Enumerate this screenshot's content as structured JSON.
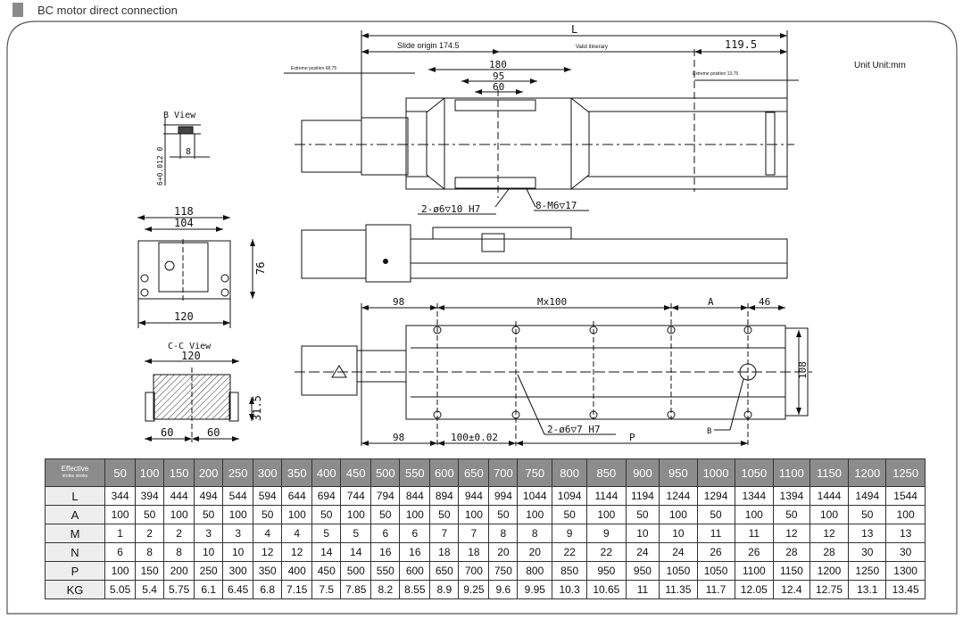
{
  "title": "BC motor direct connection",
  "unit_label": "Unit Unit:mm",
  "top_view": {
    "L": "L",
    "slide_origin": "Slide origin 174.5",
    "valid_itinerary": "Valid itinerary",
    "dim_119_5": "119.5",
    "extreme_left": "Extreme position 68.75",
    "extreme_right": "Extreme position 13.75",
    "dim_180": "180",
    "dim_95": "95",
    "dim_60": "60",
    "pin_hole": "2-ø6▽10 H7",
    "thread_hole": "8-M6▽17"
  },
  "b_view": {
    "title": "B View",
    "dim_8": "8",
    "dim_6": "6+0.012 0"
  },
  "end_view": {
    "dim_118": "118",
    "dim_104": "104",
    "dim_76": "76",
    "dim_120": "120"
  },
  "cc_view": {
    "title": "C-C View",
    "dim_120": "120",
    "dim_31_5": "31.5",
    "dim_60a": "60",
    "dim_60b": "60"
  },
  "bottom_view": {
    "dim_98_top": "98",
    "mx100": "Mx100",
    "A": "A",
    "dim_46": "46",
    "dim_108": "108",
    "dim_98_bottom": "98",
    "dim_100": "100±0.02",
    "P": "P",
    "pin_hole": "2-ø6▽7 H7",
    "B": "B"
  },
  "table": {
    "header_label": "Effective",
    "header_sublabel": "stroke stroke",
    "strokes": [
      "50",
      "100",
      "150",
      "200",
      "250",
      "300",
      "350",
      "400",
      "450",
      "500",
      "550",
      "600",
      "650",
      "700",
      "750",
      "800",
      "850",
      "900",
      "950",
      "1000",
      "1050",
      "1100",
      "1150",
      "1200",
      "1250"
    ],
    "rows": [
      {
        "label": "L",
        "values": [
          "344",
          "394",
          "444",
          "494",
          "544",
          "594",
          "644",
          "694",
          "744",
          "794",
          "844",
          "894",
          "944",
          "994",
          "1044",
          "1094",
          "1144",
          "1194",
          "1244",
          "1294",
          "1344",
          "1394",
          "1444",
          "1494",
          "1544"
        ]
      },
      {
        "label": "A",
        "values": [
          "100",
          "50",
          "100",
          "50",
          "100",
          "50",
          "100",
          "50",
          "100",
          "50",
          "100",
          "50",
          "100",
          "50",
          "100",
          "50",
          "100",
          "50",
          "100",
          "50",
          "100",
          "50",
          "100",
          "50",
          "100"
        ]
      },
      {
        "label": "M",
        "values": [
          "1",
          "2",
          "2",
          "3",
          "3",
          "4",
          "4",
          "5",
          "5",
          "6",
          "6",
          "7",
          "7",
          "8",
          "8",
          "9",
          "9",
          "10",
          "10",
          "11",
          "11",
          "12",
          "12",
          "13",
          "13"
        ]
      },
      {
        "label": "N",
        "values": [
          "6",
          "8",
          "8",
          "10",
          "10",
          "12",
          "12",
          "14",
          "14",
          "16",
          "16",
          "18",
          "18",
          "20",
          "20",
          "22",
          "22",
          "24",
          "24",
          "26",
          "26",
          "28",
          "28",
          "30",
          "30"
        ]
      },
      {
        "label": "P",
        "values": [
          "100",
          "150",
          "200",
          "250",
          "300",
          "350",
          "400",
          "450",
          "500",
          "550",
          "600",
          "650",
          "700",
          "750",
          "800",
          "850",
          "950",
          "950",
          "1050",
          "1050",
          "1100",
          "1150",
          "1200",
          "1250",
          "1300"
        ]
      },
      {
        "label": "KG",
        "values": [
          "5.05",
          "5.4",
          "5.75",
          "6.1",
          "6.45",
          "6.8",
          "7.15",
          "7.5",
          "7.85",
          "8.2",
          "8.55",
          "8.9",
          "9.25",
          "9.6",
          "9.95",
          "10.3",
          "10.65",
          "11",
          "11.35",
          "11.7",
          "12.05",
          "12.4",
          "12.75",
          "13.1",
          "13.45"
        ]
      }
    ]
  }
}
